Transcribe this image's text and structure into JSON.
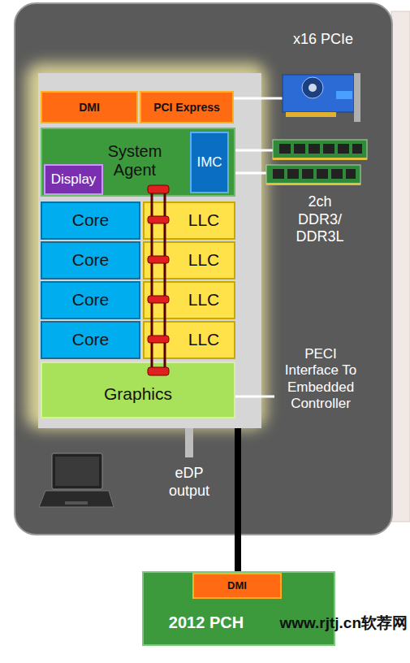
{
  "diagram": {
    "nodes": [
      {
        "text": [
          "DMI"
        ]
      },
      {
        "text": [
          "PCI Express"
        ]
      },
      {
        "text": [
          "System Agent"
        ]
      },
      {
        "text": [
          "IMC"
        ],
        "in": 2
      },
      {
        "text": [
          "Display"
        ],
        "in": 2
      },
      {
        "text": [
          "Core"
        ]
      },
      {
        "text": [
          "LLC"
        ]
      },
      {
        "text": [
          "Core"
        ]
      },
      {
        "text": [
          "LLC"
        ]
      },
      {
        "text": [
          "Core"
        ]
      },
      {
        "text": [
          "LLC"
        ]
      },
      {
        "text": [
          "Core"
        ]
      },
      {
        "text": [
          "LLC"
        ]
      },
      {
        "text": [
          "Graphics"
        ]
      },
      {
        "text": [
          "2012 PCH"
        ]
      },
      {
        "text": [
          "DMI"
        ],
        "in": 14
      }
    ],
    "labels": [
      "x16 PCIe",
      "2ch DDR3/ DDR3L",
      "PECI Interface To Embedded Controller",
      "eDP output",
      "www.rjtj.cn软荐网"
    ]
  }
}
